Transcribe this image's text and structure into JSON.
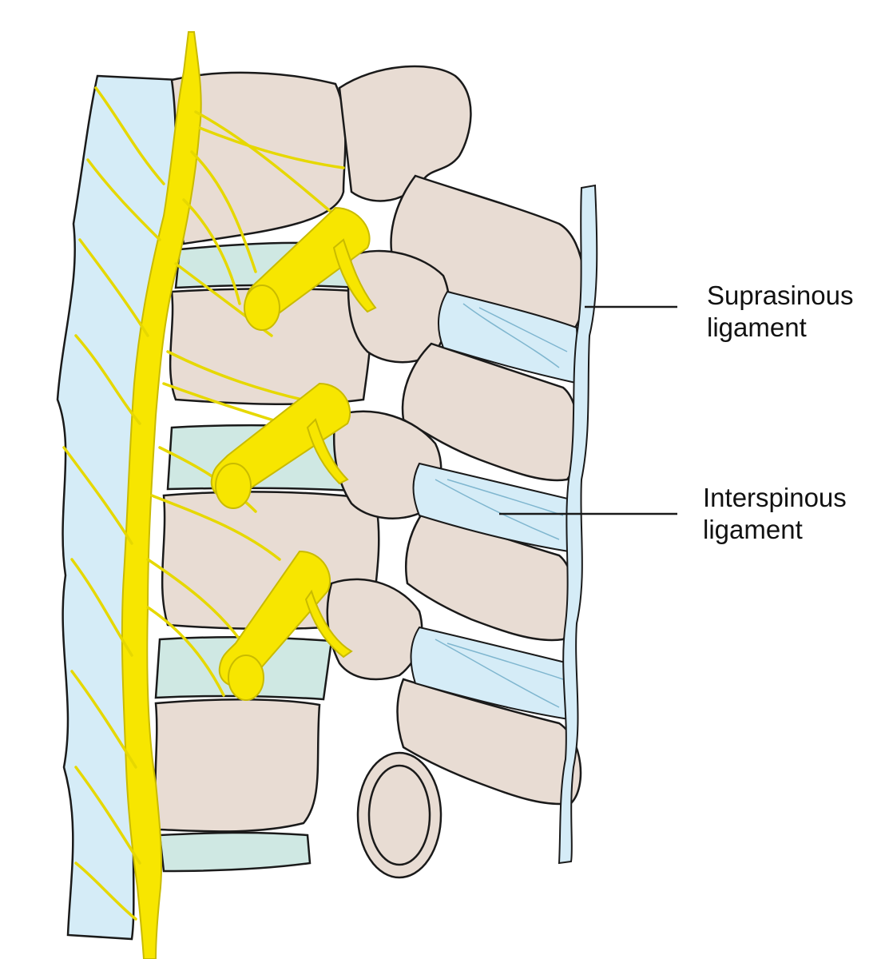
{
  "labels": {
    "supraspinous": {
      "line1": "Suprasinous",
      "line2": "ligament"
    },
    "interspinous": {
      "line1": "Interspinous",
      "line2": "ligament"
    }
  },
  "colors": {
    "background": "#ffffff",
    "bone": "#e8dcd3",
    "ligament": "#d5ecf7",
    "disc": "#cfe8e3",
    "nerve": "#f7e600",
    "nerve_dark": "#c9bb00",
    "outline": "#1a1a1a"
  }
}
